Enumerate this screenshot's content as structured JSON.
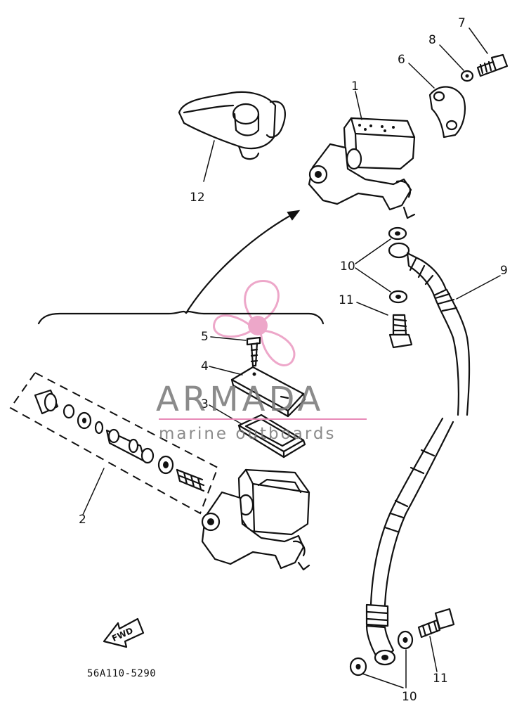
{
  "part_callouts": {
    "p1": "1",
    "p2": "2",
    "p3": "3",
    "p4": "4",
    "p5": "5",
    "p6": "6",
    "p7": "7",
    "p8": "8",
    "p9": "9",
    "p10_upper": "10",
    "p10_lower": "10",
    "p11_upper": "11",
    "p11_lower": "11",
    "p12": "12"
  },
  "direction_arrow": {
    "label": "FWD"
  },
  "drawing_code": "56A110-5290",
  "watermark": {
    "brand": "ARMADA",
    "tagline": "marine outboards",
    "color_pink": "#e88ab8",
    "color_gray": "#777777"
  }
}
